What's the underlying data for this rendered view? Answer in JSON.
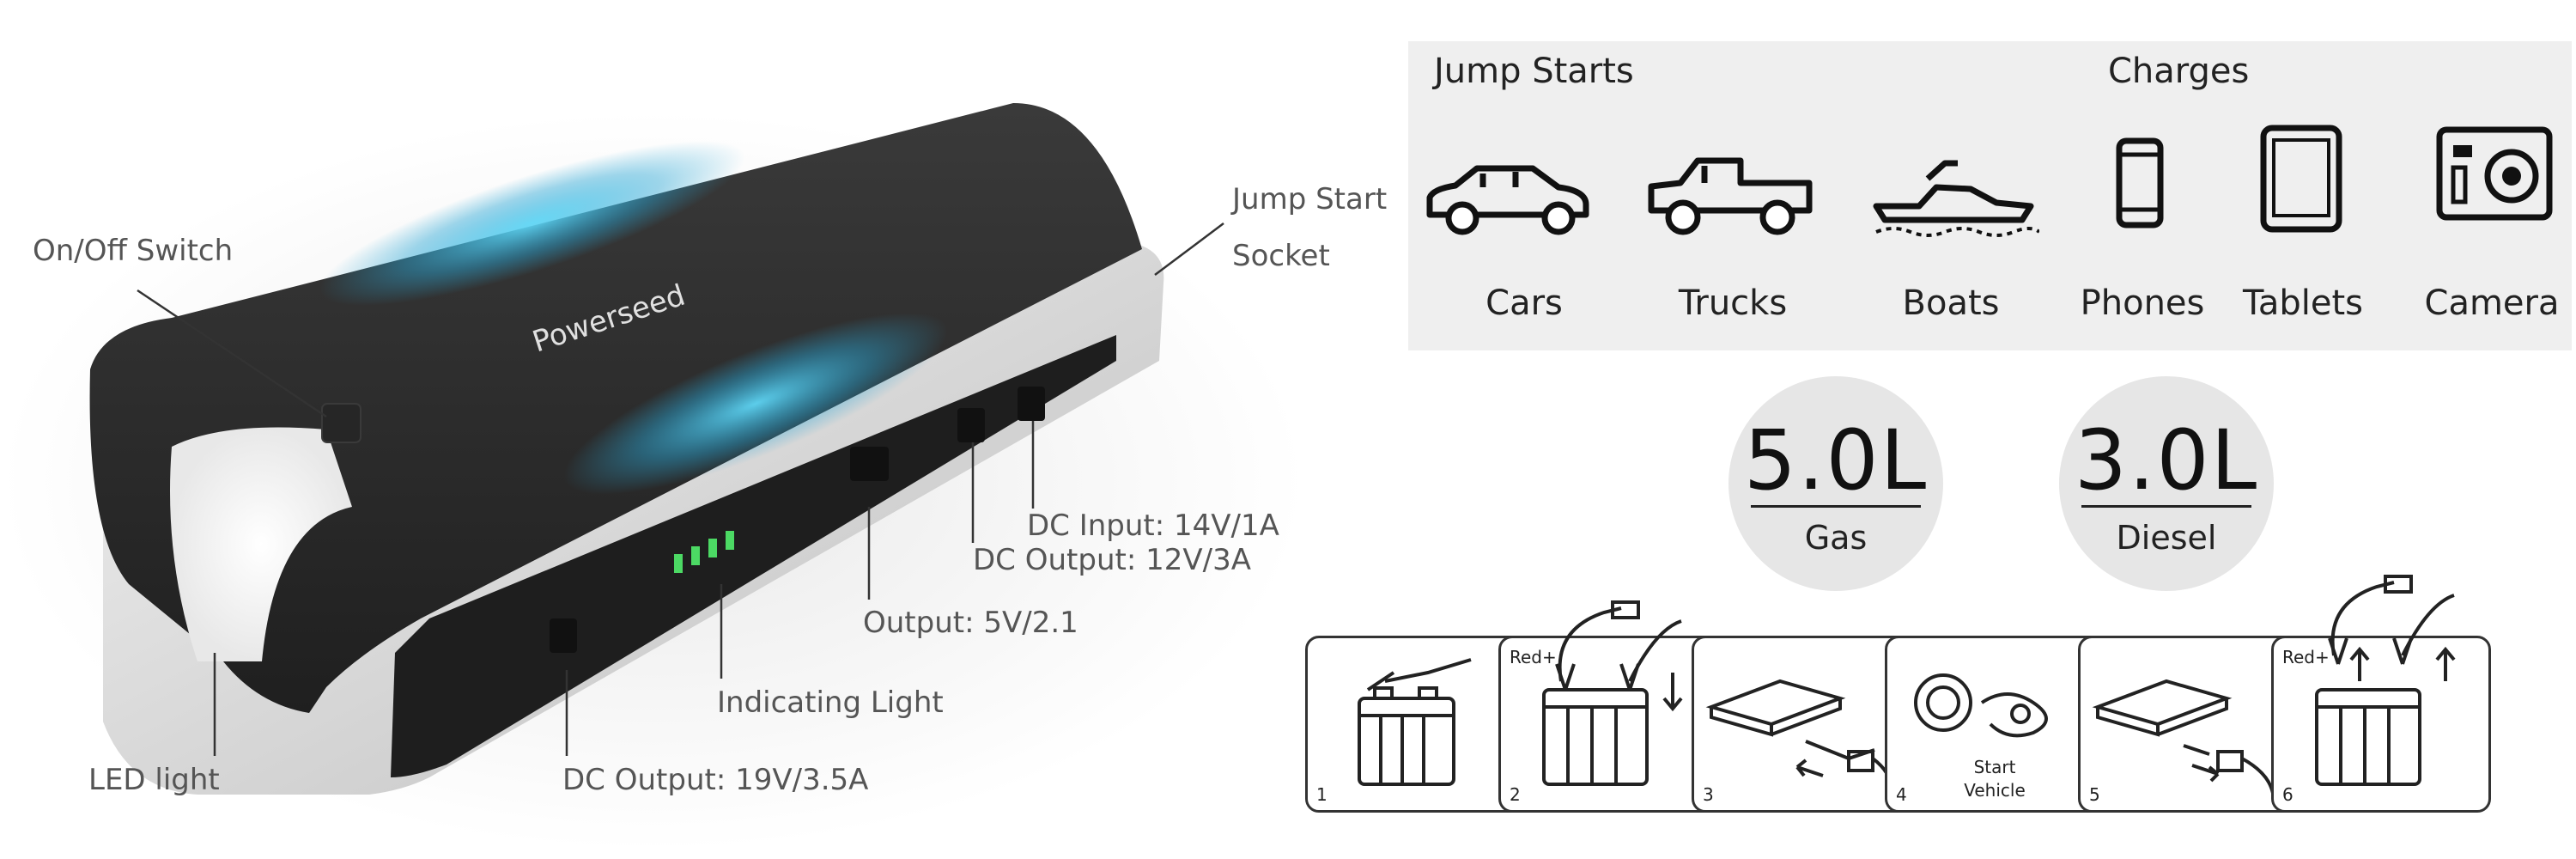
{
  "product": {
    "brand": "Powerseed",
    "callouts": {
      "on_off_switch": "On/Off Switch",
      "jump_start_line1": "Jump Start",
      "jump_start_line2": "Socket",
      "dc_input": "DC Input: 14V/1A",
      "dc_output_12v": "DC Output: 12V/3A",
      "output_5v": "Output: 5V/2.1",
      "indicating_light": "Indicating Light",
      "led_light": "LED light",
      "dc_output_19v": "DC Output: 19V/3.5A"
    }
  },
  "capabilities": {
    "jump_starts_header": "Jump Starts",
    "charges_header": "Charges",
    "items": [
      {
        "label": "Cars",
        "icon": "car-icon"
      },
      {
        "label": "Trucks",
        "icon": "truck-icon"
      },
      {
        "label": "Boats",
        "icon": "boat-icon"
      },
      {
        "label": "Phones",
        "icon": "phone-icon"
      },
      {
        "label": "Tablets",
        "icon": "tablet-icon"
      },
      {
        "label": "Camera",
        "icon": "camera-icon"
      }
    ]
  },
  "engines": [
    {
      "value": "5.0L",
      "type": "Gas"
    },
    {
      "value": "3.0L",
      "type": "Diesel"
    }
  ],
  "steps": [
    {
      "num": "1",
      "tag": ""
    },
    {
      "num": "2",
      "tag": "Red+"
    },
    {
      "num": "3",
      "tag": ""
    },
    {
      "num": "4",
      "tag": "",
      "caption_line1": "Start",
      "caption_line2": "Vehicle"
    },
    {
      "num": "5",
      "tag": ""
    },
    {
      "num": "6",
      "tag": "Red+"
    }
  ],
  "colors": {
    "device_body": "#2b2b2b",
    "device_trim": "#d9d9d9",
    "glow": "#3fc3e8",
    "indicator_green": "#4cd964",
    "panel_bg": "#efefef"
  }
}
